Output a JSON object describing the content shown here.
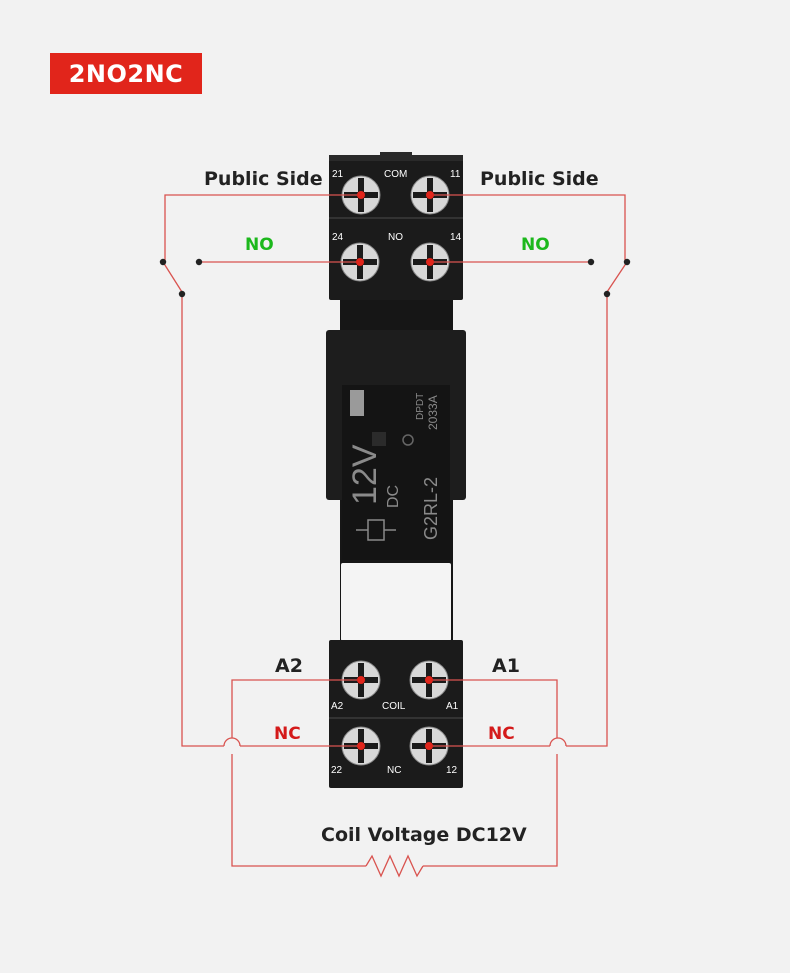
{
  "title": "2NO2NC",
  "labels": {
    "public_side_left": "Public Side",
    "public_side_right": "Public Side",
    "no_left": "NO",
    "no_right": "NO",
    "a2": "A2",
    "a1": "A1",
    "nc_left": "NC",
    "nc_right": "NC",
    "coil_voltage": "Coil Voltage DC12V"
  },
  "terminals": {
    "t21": "21",
    "com": "COM",
    "t11": "11",
    "t24": "24",
    "no": "NO",
    "t14": "14",
    "a2": "A2",
    "coil": "COIL",
    "a1": "A1",
    "t22": "22",
    "nc": "NC",
    "t12": "12"
  },
  "relay_print": {
    "voltage": "12V",
    "dc": "DC",
    "model": "G2RL-2",
    "code": "2033A",
    "dpdt": "DPDT"
  },
  "colors": {
    "badge": "#e1251b",
    "wire": "#d9534f",
    "green_label": "#1cb81c",
    "red_label": "#d41a1a",
    "relay_body": "#1a1a1a"
  }
}
